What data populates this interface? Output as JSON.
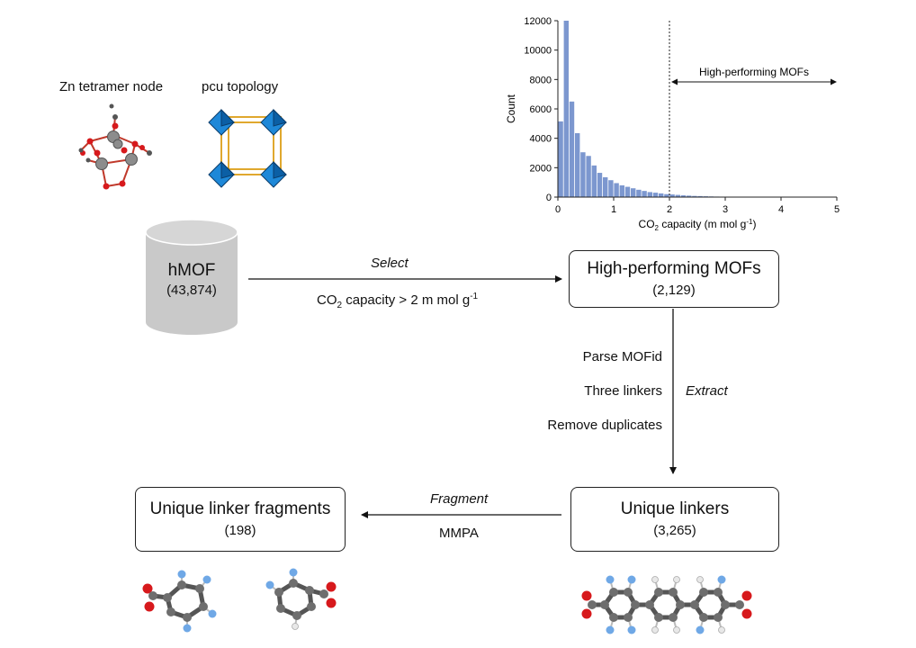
{
  "structures": {
    "node_label": "Zn tetramer node",
    "topology_label": "pcu topology"
  },
  "database": {
    "title": "hMOF",
    "count": "(43,874)"
  },
  "select_step": {
    "verb": "Select",
    "criterion_prefix": "CO",
    "criterion_sub": "2",
    "criterion_rest": " capacity > 2 m mol g",
    "criterion_sup": "-1"
  },
  "high_performing": {
    "title": "High-performing MOFs",
    "count": "(2,129)"
  },
  "extract_step": {
    "verb": "Extract",
    "steps": [
      "Parse MOFid",
      "Three linkers",
      "Remove duplicates"
    ]
  },
  "unique_linkers": {
    "title": "Unique linkers",
    "count": "(3,265)"
  },
  "fragment_step": {
    "verb": "Fragment",
    "method": "MMPA"
  },
  "unique_fragments": {
    "title": "Unique linker fragments",
    "count": "(198)"
  },
  "colors": {
    "bar": "#7c97cf",
    "carbon": "#6e6e6e",
    "oxygen": "#d7191c",
    "fluorine": "#6fa8e6",
    "hydrogen": "#e8e8e8",
    "zn_polyhedron": "#1e88d8",
    "cylinder": "#c9c9c9"
  },
  "chart_data": {
    "type": "bar",
    "xlabel_prefix": "CO",
    "xlabel_sub": "2",
    "xlabel_rest": " capacity (m mol g",
    "xlabel_sup": "-1",
    "xlabel_end": ")",
    "ylabel": "Count",
    "xlim": [
      0,
      5
    ],
    "ylim": [
      0,
      12000
    ],
    "x_ticks": [
      "0",
      "1",
      "2",
      "3",
      "4",
      "5"
    ],
    "y_ticks": [
      "0",
      "2000",
      "4000",
      "6000",
      "8000",
      "10000",
      "12000"
    ],
    "bin_width": 0.1,
    "bin_starts": [
      0.0,
      0.1,
      0.2,
      0.3,
      0.4,
      0.5,
      0.6,
      0.7,
      0.8,
      0.9,
      1.0,
      1.1,
      1.2,
      1.3,
      1.4,
      1.5,
      1.6,
      1.7,
      1.8,
      1.9,
      2.0,
      2.1,
      2.2,
      2.3,
      2.4,
      2.5,
      2.6,
      2.7,
      2.8,
      2.9,
      3.0,
      3.1,
      3.2,
      3.3,
      3.4,
      3.5,
      3.6,
      3.7,
      3.8,
      3.9,
      4.0,
      4.1,
      4.2,
      4.3,
      4.4,
      4.5,
      4.6,
      4.7,
      4.8,
      4.9
    ],
    "values": [
      5150,
      12000,
      6500,
      4350,
      3050,
      2800,
      2150,
      1650,
      1350,
      1150,
      950,
      800,
      700,
      600,
      500,
      420,
      340,
      300,
      250,
      200,
      180,
      150,
      120,
      100,
      80,
      70,
      55,
      45,
      35,
      30,
      25,
      20,
      15,
      12,
      10,
      8,
      6,
      5,
      4,
      3,
      3,
      2,
      2,
      1,
      1,
      1,
      1,
      0,
      0,
      0
    ],
    "threshold_x": 2,
    "annotation": "High-performing MOFs"
  }
}
